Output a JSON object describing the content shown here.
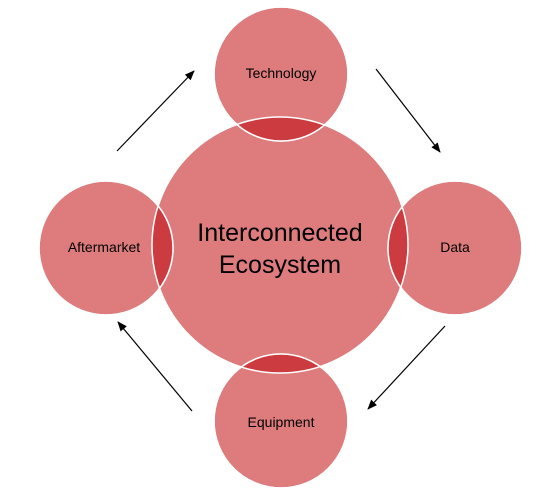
{
  "diagram": {
    "center": {
      "label_line1": "Interconnected",
      "label_line2": "Ecosystem"
    },
    "nodes": [
      {
        "id": "technology",
        "label": "Technology"
      },
      {
        "id": "data",
        "label": "Data"
      },
      {
        "id": "equipment",
        "label": "Equipment"
      },
      {
        "id": "aftermarket",
        "label": "Aftermarket"
      }
    ],
    "flow": [
      "Technology",
      "Data",
      "Equipment",
      "Aftermarket",
      "Technology"
    ],
    "colors": {
      "circle_fill": "#de7c7d",
      "overlap_fill": "#cc3b40",
      "circle_stroke": "#ffffff",
      "arrow": "#000000"
    }
  }
}
